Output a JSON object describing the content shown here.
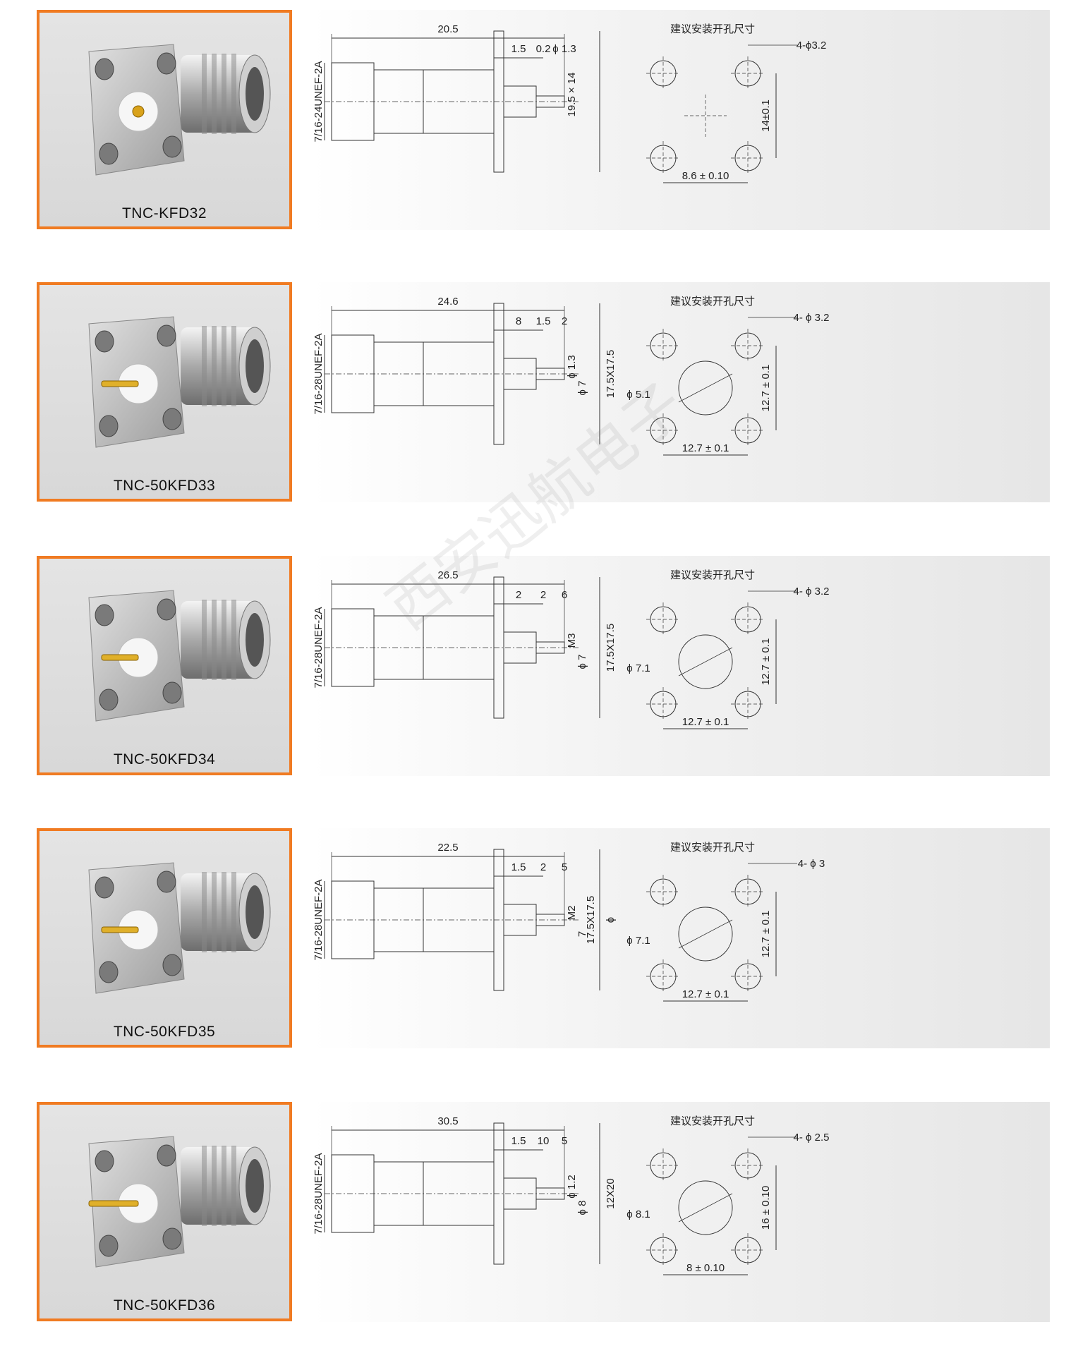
{
  "mounting_title": "建议安装开孔尺寸",
  "watermark": "西安迅航电子",
  "products": [
    {
      "model": "TNC-KFD32",
      "thread": "7/16-24UNEF-2A",
      "dims": [
        "20.5",
        "1.5",
        "0.2",
        "ϕ 1.3",
        "19.5 × 14"
      ],
      "mount": {
        "holes": "4-ϕ3.2",
        "vertical": "14±0.1",
        "horizontal": "8.6 ± 0.10",
        "center_hole": ""
      }
    },
    {
      "model": "TNC-50KFD33",
      "thread": "7/16-28UNEF-2A",
      "dims": [
        "24.6",
        "8",
        "1.5",
        "2",
        "ϕ 1.3",
        "ϕ 7",
        "17.5X17.5"
      ],
      "mount": {
        "holes": "4- ϕ 3.2",
        "vertical": "12.7 ± 0.1",
        "horizontal": "12.7 ± 0.1",
        "center_hole": "ϕ 5.1"
      }
    },
    {
      "model": "TNC-50KFD34",
      "thread": "7/16-28UNEF-2A",
      "dims": [
        "26.5",
        "2",
        "2",
        "6",
        "M3",
        "ϕ 7",
        "17.5X17.5"
      ],
      "mount": {
        "holes": "4- ϕ 3.2",
        "vertical": "12.7 ± 0.1",
        "horizontal": "12.7 ± 0.1",
        "center_hole": "ϕ 7.1"
      }
    },
    {
      "model": "TNC-50KFD35",
      "thread": "7/16-28UNEF-2A",
      "dims": [
        "22.5",
        "1.5",
        "2",
        "5",
        "M2",
        "7",
        "ϕ",
        "17.5X17.5"
      ],
      "mount": {
        "holes": "4- ϕ 3",
        "vertical": "12.7 ± 0.1",
        "horizontal": "12.7 ± 0.1",
        "center_hole": "ϕ 7.1"
      }
    },
    {
      "model": "TNC-50KFD36",
      "thread": "7/16-28UNEF-2A",
      "dims": [
        "30.5",
        "1.5",
        "10",
        "5",
        "ϕ 1.2",
        "ϕ 8",
        "12X20"
      ],
      "mount": {
        "holes": "4- ϕ 2.5",
        "vertical": "16 ± 0.10",
        "horizontal": "8 ± 0.10",
        "center_hole": "ϕ 8.1"
      }
    }
  ]
}
